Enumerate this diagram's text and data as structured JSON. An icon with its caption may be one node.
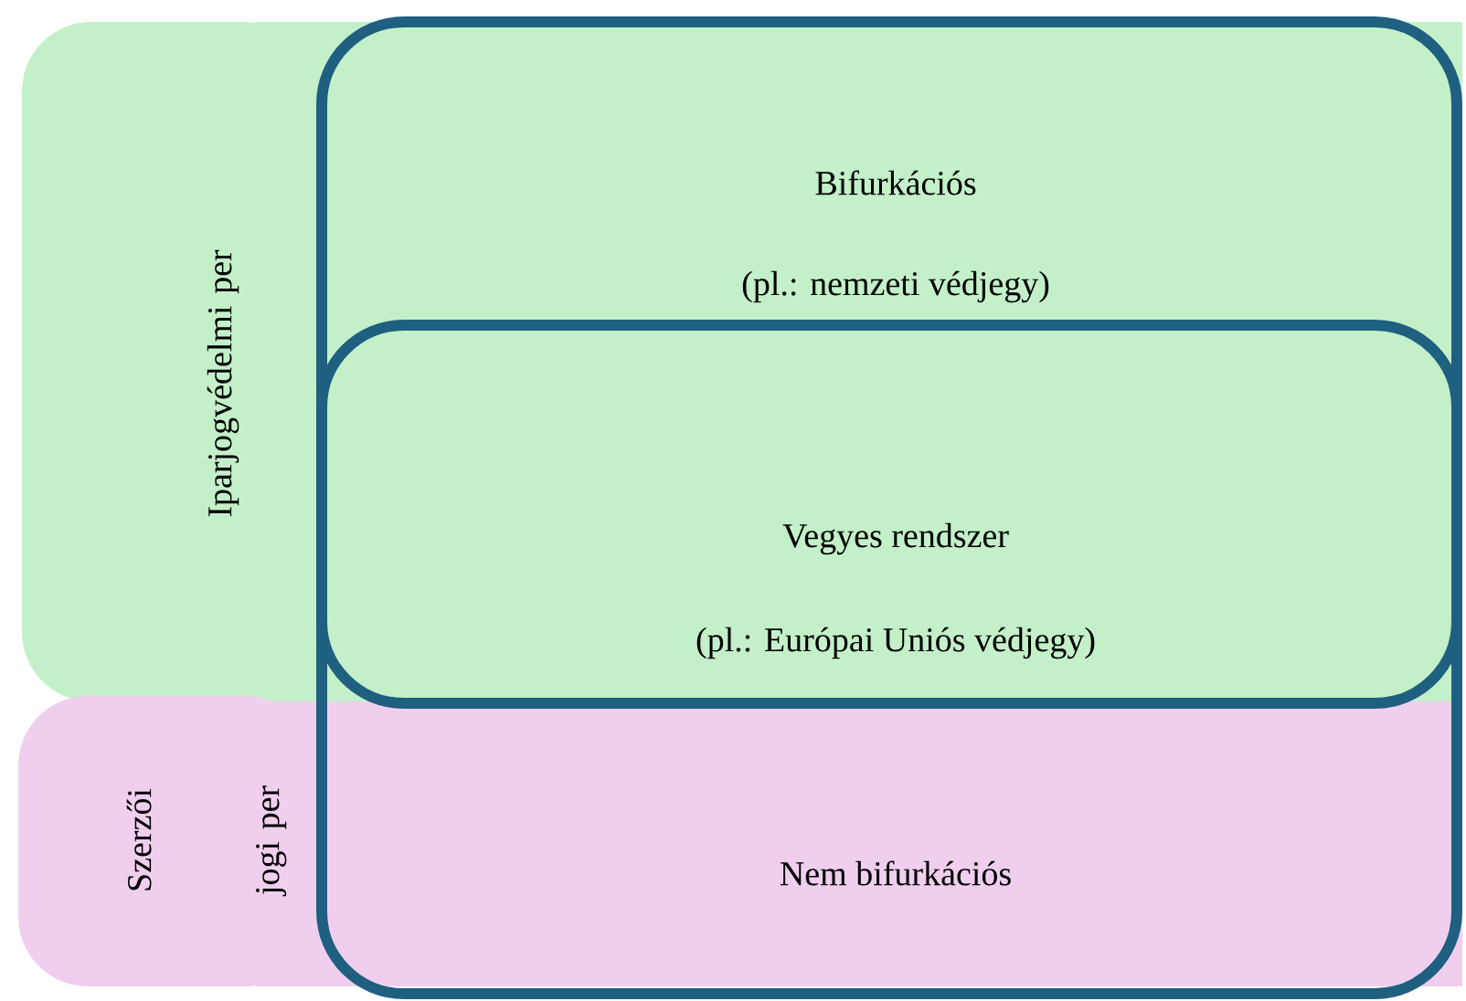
{
  "diagram": {
    "nodes": [
      {
        "text": [
          "Iparjogvédelmi per"
        ]
      },
      {
        "text": [
          "Szerzői jogi per"
        ]
      },
      {
        "text": [
          "Bifurkációs",
          "(pl.: nemzeti védjegy)",
          "Nem bifurkációs"
        ]
      },
      {
        "text": [
          "Vegyes rendszer",
          "(pl.: Európai Uniós védjegy)"
        ],
        "in": 2
      }
    ]
  }
}
